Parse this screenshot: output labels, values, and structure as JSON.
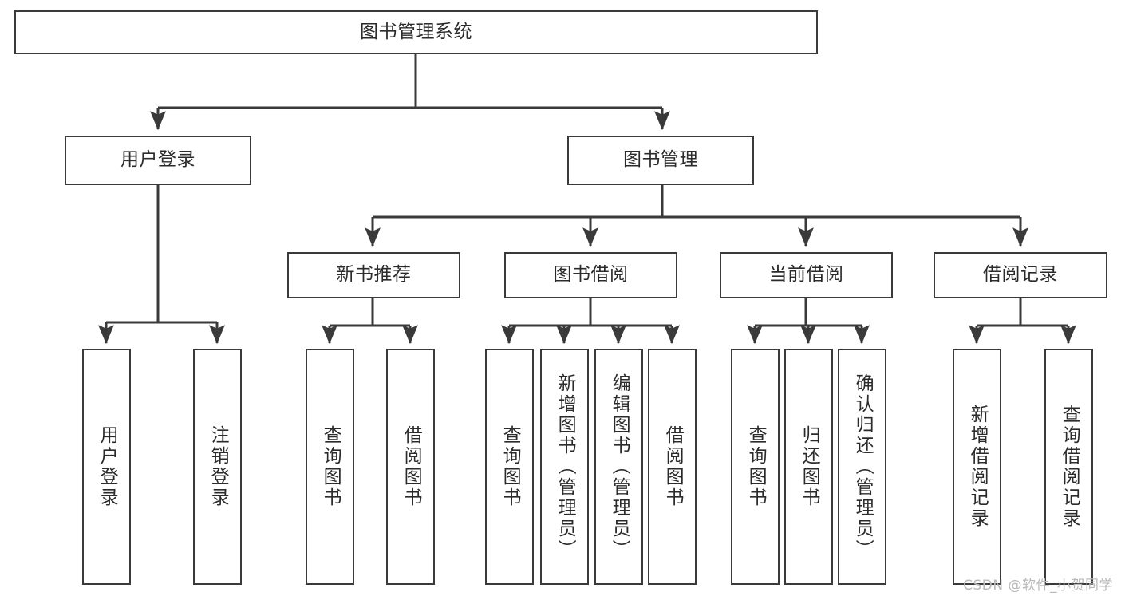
{
  "diagram": {
    "title": "图书管理系统",
    "type": "tree",
    "watermark": "CSDN @软件_小贺同学",
    "colors": {
      "stroke": "#3a3a3a",
      "fill": "#ffffff",
      "text": "#2b2b2b",
      "watermark": "#b9b9b9"
    },
    "nodes": {
      "root": {
        "label": "图书管理系统"
      },
      "level2": [
        {
          "label": "用户登录"
        },
        {
          "label": "图书管理"
        }
      ],
      "level3": [
        {
          "label": "新书推荐"
        },
        {
          "label": "图书借阅"
        },
        {
          "label": "当前借阅"
        },
        {
          "label": "借阅记录"
        }
      ],
      "leaves": {
        "user_login": [
          {
            "label": "用户登录"
          },
          {
            "label": "注销登录"
          }
        ],
        "new_book_recommend": [
          {
            "label": "查询图书"
          },
          {
            "label": "借阅图书"
          }
        ],
        "book_borrow": [
          {
            "label": "查询图书"
          },
          {
            "label": "新增图书（管理员）"
          },
          {
            "label": "编辑图书（管理员）"
          },
          {
            "label": "借阅图书"
          }
        ],
        "current_borrow": [
          {
            "label": "查询图书"
          },
          {
            "label": "归还图书"
          },
          {
            "label": "确认归还（管理员）"
          }
        ],
        "borrow_record": [
          {
            "label": "新增借阅记录"
          },
          {
            "label": "查询借阅记录"
          }
        ]
      }
    }
  }
}
